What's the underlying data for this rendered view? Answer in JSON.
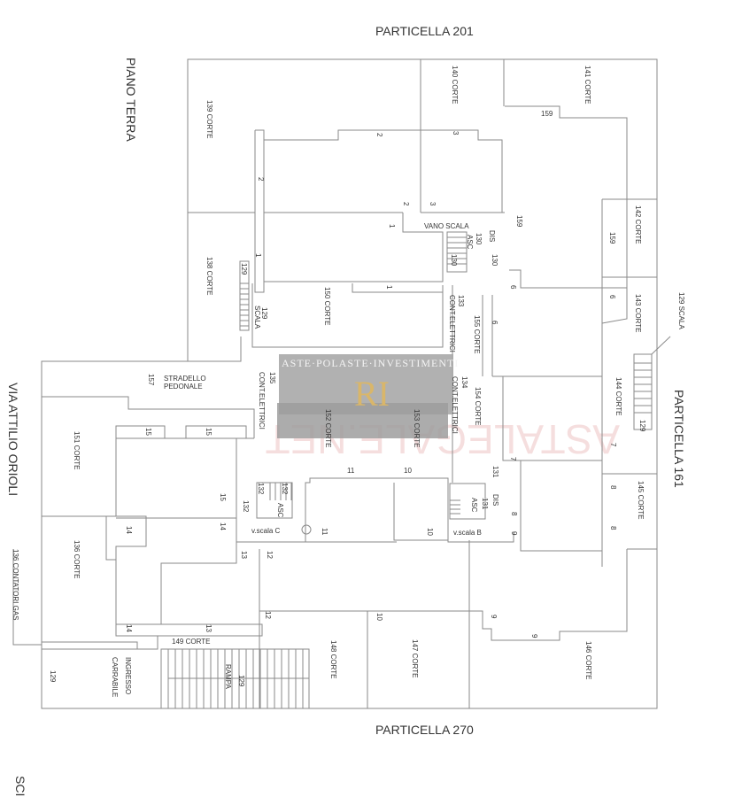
{
  "titles": {
    "top": "PARTICELLA 201",
    "bottom": "PARTICELLA 270",
    "right": "PARTICELLA 161",
    "left_street": "VIA ATTILIO ORIOLI",
    "floor": "PIANO TERRA",
    "cut_label": "SCI"
  },
  "rooms": {
    "r139": "139 CORTE",
    "r138": "138 CORTE",
    "r140": "140 CORTE",
    "r141": "141 CORTE",
    "r142": "142 CORTE",
    "r143": "143 CORTE",
    "r144": "144 CORTE",
    "r145": "145 CORTE",
    "r146": "146 CORTE",
    "r147": "147 CORTE",
    "r148": "148 CORTE",
    "r136": "136 CORTE",
    "r151": "151 CORTE",
    "r149": "149 CORTE",
    "r150": "150 CORTE",
    "r155": "155 CORTE",
    "r154": "154 CORTE",
    "r153": "153 CORTE",
    "r152": "152 CORTE",
    "r157": "157",
    "stradello_1": "STRADELLO",
    "stradello_2": "PEDONALE",
    "scala_num": "129",
    "scala": "SCALA",
    "scala_right": "129 SCALA",
    "cont133": "133",
    "cont134": "134",
    "cont135": "135",
    "cont_el": "CONT.ELETTRICI",
    "gas": "136 CONTATORI GAS",
    "rampa_num": "129",
    "rampa": "RAMPA",
    "ingresso_1": "INGRESSO",
    "ingresso_2": "CARRABILE",
    "r129_left": "129",
    "vano_scala": "VANO SCALA",
    "asc": "ASC",
    "dis": "DIS",
    "vscala_c": "v.scala C",
    "vscala_b": "v.scala B",
    "n130": "130",
    "n131": "131",
    "n132": "132",
    "n159": "159",
    "n129": "129"
  },
  "numbers": {
    "one": "1",
    "two": "2",
    "three": "3",
    "six": "6",
    "seven": "7",
    "eight": "8",
    "nine": "9",
    "ten": "10",
    "eleven": "11",
    "twelve": "12",
    "thirteen": "13",
    "fourteen": "14",
    "fifteen": "15"
  },
  "watermark": {
    "logo": "RI",
    "text": "ASTE·POLASTE·INVESTIMENTI",
    "site": "ASTALEGALE.NET"
  },
  "colors": {
    "lines": "#8a8a8a",
    "watermark_bg": "#a8a8a8",
    "logo_gold": "#d9b66a",
    "pink": "#e9b7b7"
  }
}
